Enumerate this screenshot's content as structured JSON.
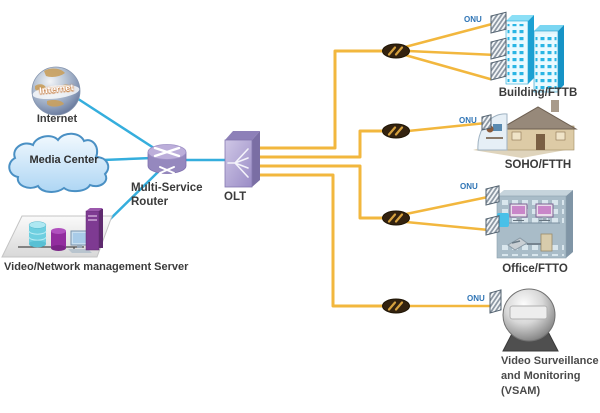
{
  "diagram": {
    "kind": "FTTx PON network topology",
    "colors": {
      "fiber_line": "#f2b73e",
      "ethernet_line": "#35aedd",
      "label_text": "#3b3b3b",
      "onu_label_text": "#2e74b5",
      "splitter_body": "#33220f",
      "splitter_stripe": "#d6a13e",
      "device_purple": "#9588be",
      "building_cyan": "#29b5e4"
    },
    "nodes": {
      "internet": {
        "label": "Internet",
        "globe_text": "Internet"
      },
      "media_center": {
        "label": "Media Center"
      },
      "management_server": {
        "label": "Video/Network management Server"
      },
      "router": {
        "label_line1": "Multi-Service",
        "label_line2": "Router"
      },
      "olt": {
        "label": "OLT"
      },
      "onu": {
        "label": "ONU"
      },
      "building": {
        "label": "Building/FTTB"
      },
      "soho": {
        "label": "SOHO/FTTH"
      },
      "office": {
        "label": "Office/FTTO"
      },
      "vsam": {
        "label_line1": "Video Surveillance",
        "label_line2": "and Monitoring",
        "label_line3": "(VSAM)"
      }
    },
    "connections": [
      {
        "from": "Internet",
        "to": "Multi-Service Router",
        "type": "ethernet"
      },
      {
        "from": "Media Center",
        "to": "Multi-Service Router",
        "type": "ethernet"
      },
      {
        "from": "Video/Network management Server",
        "to": "Multi-Service Router",
        "type": "ethernet"
      },
      {
        "from": "Multi-Service Router",
        "to": "OLT",
        "type": "ethernet"
      },
      {
        "from": "OLT",
        "to": "splitter-1",
        "type": "fiber"
      },
      {
        "from": "OLT",
        "to": "splitter-2",
        "type": "fiber"
      },
      {
        "from": "OLT",
        "to": "splitter-3",
        "type": "fiber"
      },
      {
        "from": "OLT",
        "to": "splitter-4",
        "type": "fiber"
      },
      {
        "from": "splitter-1",
        "to": "ONU @ Building/FTTB",
        "type": "fiber",
        "drops": 3
      },
      {
        "from": "splitter-2",
        "to": "ONU @ SOHO/FTTH",
        "type": "fiber",
        "drops": 1
      },
      {
        "from": "splitter-3",
        "to": "ONU @ Office/FTTO",
        "type": "fiber",
        "drops": 2
      },
      {
        "from": "splitter-4",
        "to": "ONU @ VSAM camera",
        "type": "fiber",
        "drops": 1
      }
    ]
  }
}
